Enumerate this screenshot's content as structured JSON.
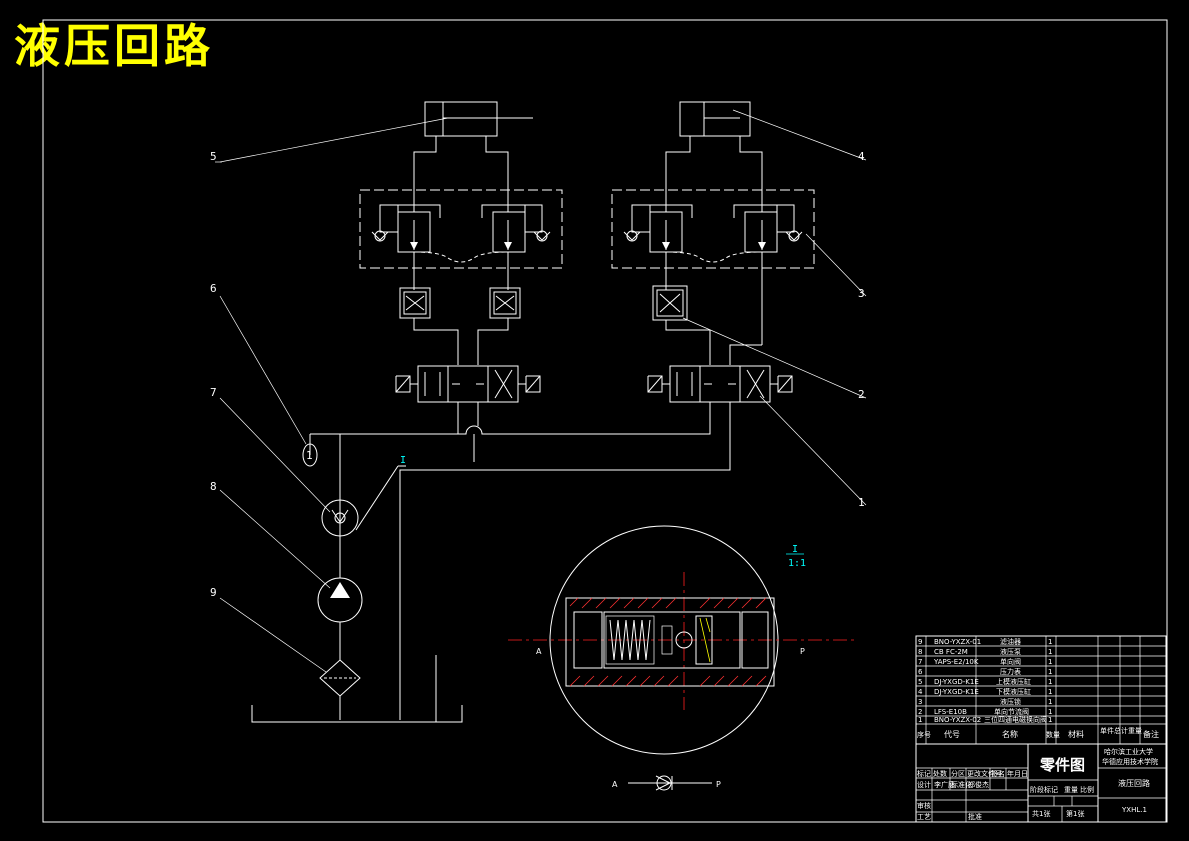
{
  "title": "液压回路",
  "callouts": [
    "1",
    "2",
    "3",
    "4",
    "5",
    "6",
    "7",
    "8",
    "9"
  ],
  "section_label": "I",
  "section_scale": "1:1",
  "port_a": "A",
  "port_p": "P",
  "gauge_label": "1",
  "parts_list": [
    {
      "no": "9",
      "code": "BNO-YXZX-01",
      "name": "滤油器",
      "qty": "1"
    },
    {
      "no": "8",
      "code": "CB FC-2M",
      "name": "液压泵",
      "qty": "1"
    },
    {
      "no": "7",
      "code": "YAPS-E2/10K",
      "name": "单向阀",
      "qty": "1"
    },
    {
      "no": "6",
      "code": "",
      "name": "压力表",
      "qty": "1"
    },
    {
      "no": "5",
      "code": "DJ-YXGD-K1E",
      "name": "上模液压缸",
      "qty": "1"
    },
    {
      "no": "4",
      "code": "DJ-YXGD-K1E",
      "name": "下模液压缸",
      "qty": "1"
    },
    {
      "no": "3",
      "code": "",
      "name": "液压锁",
      "qty": "1"
    },
    {
      "no": "2",
      "code": "LFS-E10B",
      "name": "单向节流阀",
      "qty": "1"
    },
    {
      "no": "1",
      "code": "BNO-YXZX-02",
      "name": "三位四通电磁换向阀",
      "qty": "1"
    }
  ],
  "parts_header": {
    "no": "序号",
    "code": "代号",
    "name": "名称",
    "qty": "数量",
    "material": "材料",
    "weight": "单件总计重量",
    "note": "备注"
  },
  "title_block": {
    "drawing_type": "零件图",
    "school": "哈尔滨工业大学",
    "school2": "华德应用技术学院",
    "drawing_name": "液压回路",
    "drawing_no": "YXHL.1",
    "sheet_total": "共1张",
    "sheet_no": "第1张",
    "stage": "阶段标记",
    "weight": "重量",
    "scale": "比例",
    "row_labels": [
      "标记",
      "处数",
      "分区",
      "更改文件号",
      "签名",
      "年月日"
    ],
    "designer": "设计",
    "designer_name": "李广庭",
    "std": "标准化",
    "std_name": "郑俊杰",
    "check": "审核",
    "process": "工艺",
    "approve": "批准"
  }
}
